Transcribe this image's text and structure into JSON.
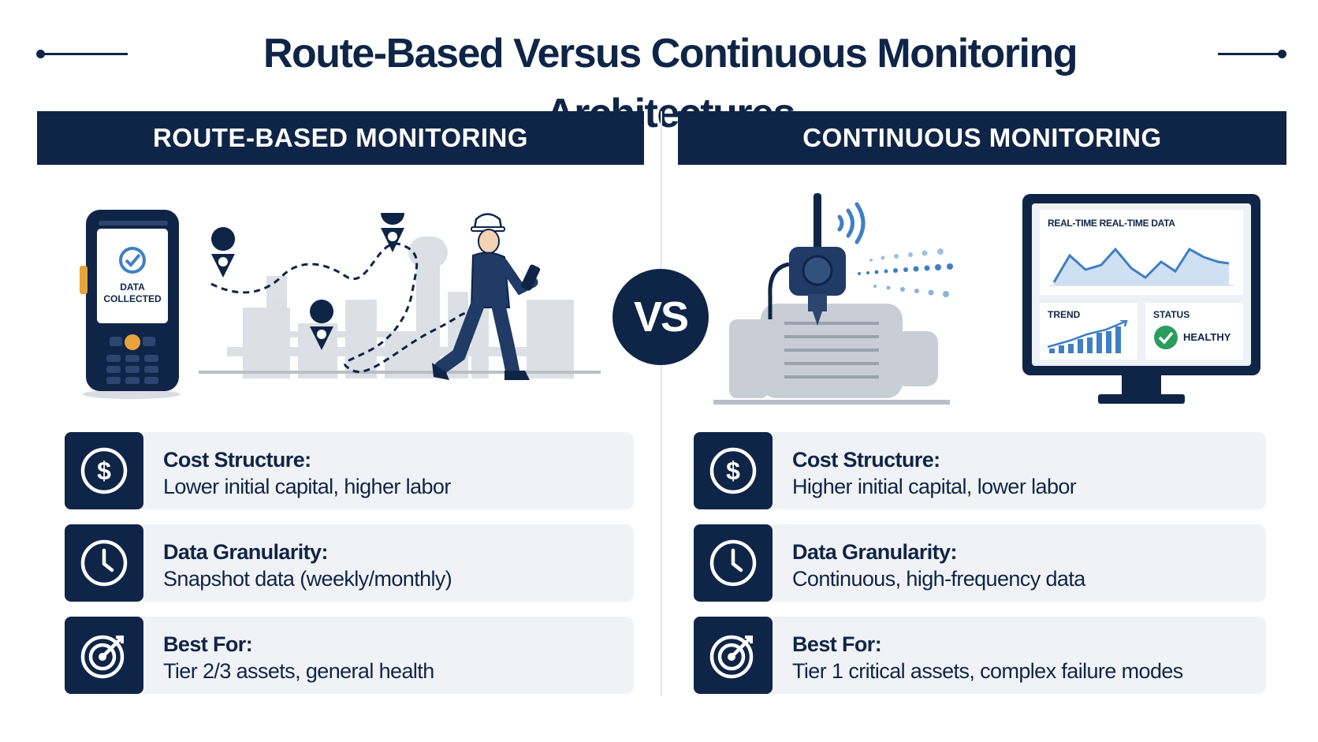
{
  "title": "Route-Based Versus Continuous Monitoring Architectures",
  "vs_label": "VS",
  "left": {
    "header": "ROUTE-BASED MONITORING",
    "device_text_1": "DATA",
    "device_text_2": "COLLECTED",
    "cards": [
      {
        "icon": "dollar-icon",
        "label": "Cost Structure:",
        "value": "Lower initial capital, higher labor"
      },
      {
        "icon": "clock-icon",
        "label": "Data Granularity:",
        "value": "Snapshot data (weekly/monthly)"
      },
      {
        "icon": "target-icon",
        "label": "Best For:",
        "value": "Tier 2/3 assets, general health"
      }
    ]
  },
  "right": {
    "header": "CONTINUOUS MONITORING",
    "monitor_title": "REAL-TIME REAL-TIME DATA",
    "monitor_trend": "TREND",
    "monitor_status": "STATUS",
    "monitor_healthy": "HEALTHY",
    "cards": [
      {
        "icon": "dollar-icon",
        "label": "Cost Structure:",
        "value": "Higher initial capital, lower labor"
      },
      {
        "icon": "clock-icon",
        "label": "Data Granularity:",
        "value": "Continuous, high-frequency data"
      },
      {
        "icon": "target-icon",
        "label": "Best For:",
        "value": "Tier 1 critical assets, complex failure modes"
      }
    ]
  },
  "colors": {
    "navy": "#0f2547",
    "card_bg": "#f1f2f5",
    "healthy_green": "#2a9d5c",
    "accent_orange": "#e8a33a",
    "signal_blue": "#3f7fc4"
  }
}
